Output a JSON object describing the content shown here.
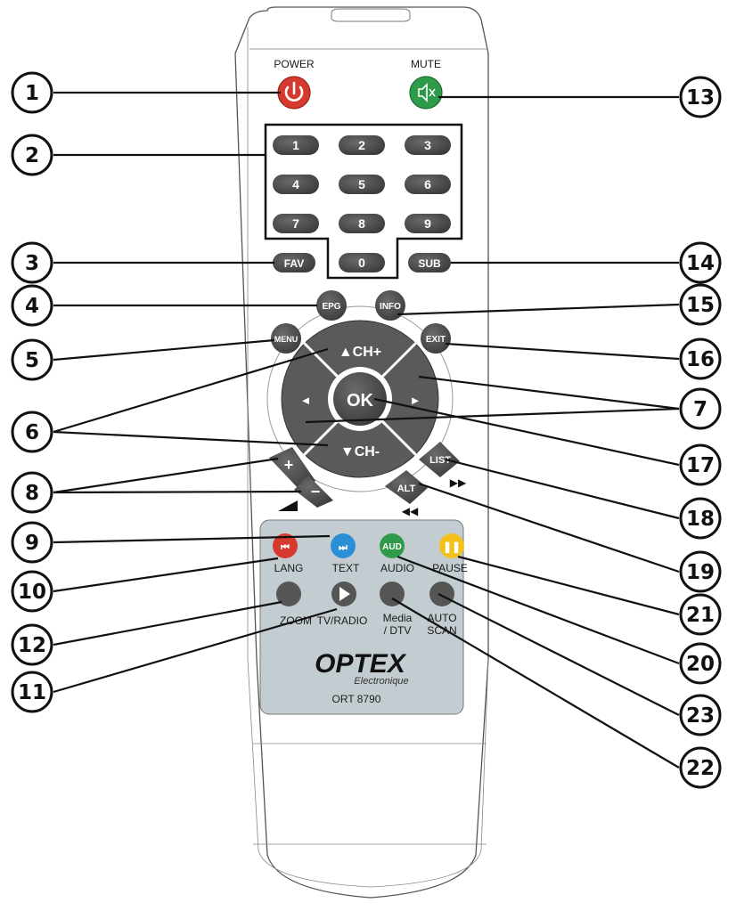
{
  "labels": {
    "power": "POWER",
    "mute": "MUTE",
    "lang": "LANG",
    "text": "TEXT",
    "audio": "AUDIO",
    "pause": "PAUSE",
    "zoom": "ZOOM",
    "tv_radio": "TV/RADIO",
    "media_1": "Media",
    "media_2": "/ DTV",
    "auto_1": "AUTO",
    "auto_2": "SCAN"
  },
  "keys": {
    "digits": [
      "1",
      "2",
      "3",
      "4",
      "5",
      "6",
      "7",
      "8",
      "9"
    ],
    "zero": "0",
    "fav": "FAV",
    "sub": "SUB",
    "epg": "EPG",
    "info": "INFO",
    "menu": "MENU",
    "exit": "EXIT",
    "ok": "OK",
    "ch_up": "▲CH+",
    "ch_down": "▼CH-",
    "left": "◄",
    "right": "►",
    "vol_plus": "+",
    "vol_minus": "−",
    "alt": "ALT",
    "list": "LIST",
    "aud": "AUD"
  },
  "brand": {
    "name": "OPTEX",
    "sub": "Electronique",
    "model": "ORT 8790"
  },
  "callouts": [
    "1",
    "2",
    "3",
    "4",
    "5",
    "6",
    "7",
    "8",
    "9",
    "10",
    "11",
    "12",
    "13",
    "14",
    "15",
    "16",
    "17",
    "18",
    "19",
    "20",
    "21",
    "22",
    "23"
  ],
  "colors": {
    "power": "#d63a2f",
    "mute": "#2e9a4a",
    "key": "#4a4a4a",
    "panel": "#c3ccd0",
    "red": "#d63a2f",
    "blue": "#2b8fd6",
    "green": "#2e9a4a",
    "yellow": "#f2c21b"
  }
}
